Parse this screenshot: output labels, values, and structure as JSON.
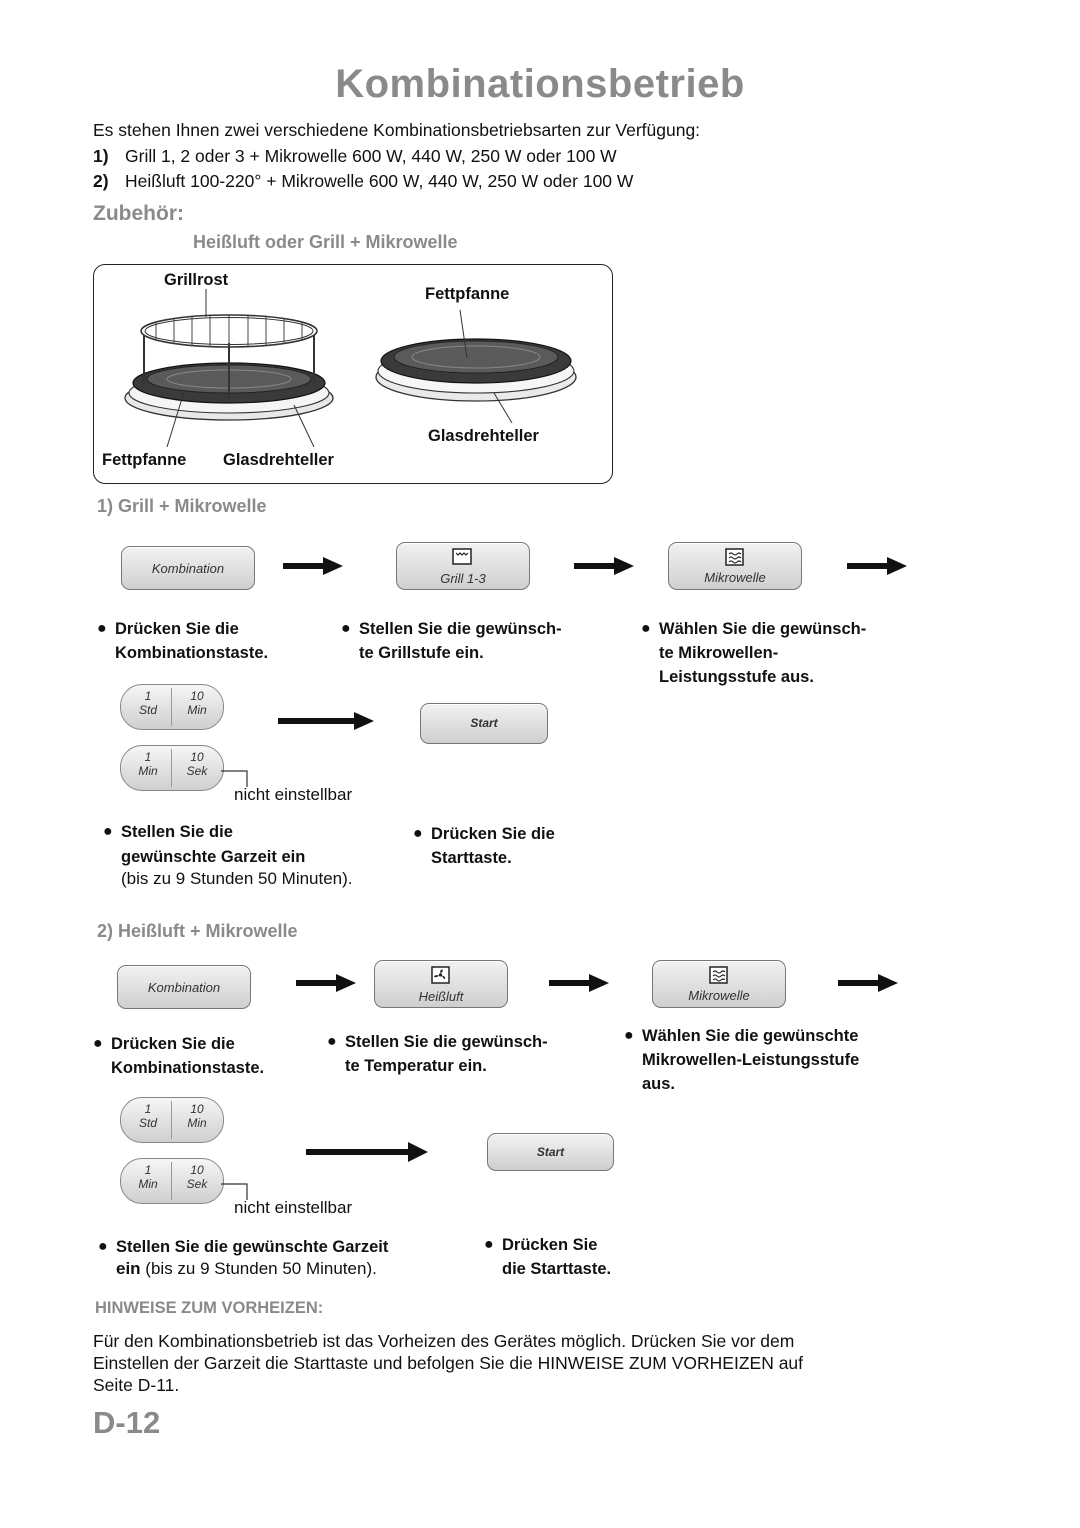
{
  "title": "Kombinationsbetrieb",
  "intro": "Es stehen Ihnen zwei verschiedene Kombinationsbetriebsarten zur Verfügung:",
  "modes": [
    {
      "num": "1)",
      "text": "Grill 1, 2 oder 3 + Mikrowelle 600 W, 440 W, 250 W oder 100 W"
    },
    {
      "num": "2)",
      "text": "Heißluft 100-220° + Mikrowelle 600 W, 440 W, 250 W oder 100 W"
    }
  ],
  "accessories": {
    "heading": "Zubehör:",
    "subheading": "Heißluft oder Grill + Mikrowelle",
    "left_top_label": "Grillrost",
    "left_bottom_label1": "Fettpfanne",
    "left_bottom_label2": "Glasdrehteller",
    "right_top_label": "Fettpfanne",
    "right_bottom_label": "Glasdrehteller"
  },
  "section1": {
    "heading": "1) Grill + Mikrowelle",
    "btn1": "Kombination",
    "btn2": "Grill 1-3",
    "btn3": "Mikrowelle",
    "step1a": "Drücken Sie die",
    "step1b": "Kombinationstaste.",
    "step2a": "Stellen Sie die gewünsch-",
    "step2b": "te Grillstufe ein.",
    "step3a": "Wählen Sie die gewünsch-",
    "step3b": "te Mikrowellen-",
    "step3c": "Leistungsstufe aus.",
    "pill1_l1": "1",
    "pill1_l2": "Std",
    "pill1_r1": "10",
    "pill1_r2": "Min",
    "pill2_l1": "1",
    "pill2_l2": "Min",
    "pill2_r1": "10",
    "pill2_r2": "Sek",
    "start": "Start",
    "not_adjustable": "nicht einstellbar",
    "time_a": "Stellen Sie die",
    "time_b": "gewünschte Garzeit ein",
    "time_c": "(bis zu 9 Stunden 50 Minuten).",
    "start_a": "Drücken Sie die",
    "start_b": "Starttaste."
  },
  "section2": {
    "heading": "2) Heißluft + Mikrowelle",
    "btn1": "Kombination",
    "btn2": "Heißluft",
    "btn3": "Mikrowelle",
    "step1a": "Drücken Sie die",
    "step1b": "Kombinationstaste.",
    "step2a": "Stellen Sie die gewünsch-",
    "step2b": "te Temperatur ein.",
    "step3a": "Wählen Sie die gewünschte",
    "step3b": "Mikrowellen-Leistungsstufe",
    "step3c": "aus.",
    "pill1_l1": "1",
    "pill1_l2": "Std",
    "pill1_r1": "10",
    "pill1_r2": "Min",
    "pill2_l1": "1",
    "pill2_l2": "Min",
    "pill2_r1": "10",
    "pill2_r2": "Sek",
    "start": "Start",
    "not_adjustable": "nicht einstellbar",
    "time_bold": "Stellen Sie die gewünschte Garzeit",
    "time_bold2": "ein",
    "time_plain": "(bis zu 9 Stunden 50 Minuten).",
    "start_a": "Drücken Sie",
    "start_b": "die Starttaste."
  },
  "preheat": {
    "heading": "HINWEISE ZUM VORHEIZEN:",
    "line1": "Für den Kombinationsbetrieb ist das Vorheizen des Gerätes möglich. Drücken Sie vor dem",
    "line2": "Einstellen der Garzeit die Starttaste und befolgen Sie die HINWEISE ZUM VORHEIZEN auf",
    "line3": "Seite D-11."
  },
  "page_number": "D-12"
}
